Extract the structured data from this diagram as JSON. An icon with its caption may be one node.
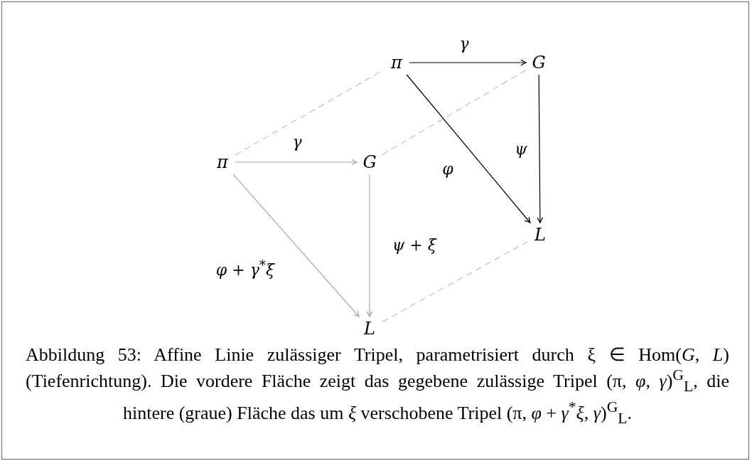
{
  "diagram": {
    "caption": "Abbildung 53: Affine Linie zulässiger Tripel, parametrisiert durch ξ ∈ Hom(*G*, *L*) (Tiefenrichtung). Die vordere Fläche zeigt das gegebene zulässige Tripel (π, *φ*, *γ*)$^{G}$$_{L}$, die hintere (graue) Fläche das um *ξ* verschobene Tripel (π, *φ* + *γ*$^{*}$*ξ*, *γ*)$^{G}$$_{L}$.",
    "nodes": [
      {
        "text": [
          "π"
        ]
      },
      {
        "text": [
          "G"
        ]
      },
      {
        "text": [
          "π"
        ]
      },
      {
        "text": [
          "G"
        ]
      },
      {
        "text": [
          "L"
        ]
      },
      {
        "text": [
          "L"
        ]
      }
    ],
    "edges": [
      {
        "from": 0,
        "to": 1,
        "arrow": "to",
        "label": "γ",
        "color": "#000000"
      },
      {
        "from": 0,
        "to": 4,
        "arrow": "to",
        "label": "φ",
        "color": "#000000"
      },
      {
        "from": 1,
        "to": 4,
        "arrow": "to",
        "label": "ψ",
        "color": "#000000"
      },
      {
        "from": 2,
        "to": 3,
        "arrow": "to",
        "label": "γ",
        "color": "#aaaaaa"
      },
      {
        "from": 2,
        "to": 5,
        "arrow": "to",
        "label": "φ + γ$^{*}$ξ",
        "color": "#aaaaaa"
      },
      {
        "from": 3,
        "to": 5,
        "arrow": "to",
        "label": "ψ + ξ",
        "color": "#aaaaaa"
      },
      {
        "from": 2,
        "to": 0,
        "arrow": "none",
        "style": "dashed",
        "color": "#bbbbbb"
      },
      {
        "from": 3,
        "to": 1,
        "arrow": "none",
        "style": "dashed",
        "color": "#bbbbbb"
      },
      {
        "from": 5,
        "to": 4,
        "arrow": "none",
        "style": "dashed",
        "color": "#bbbbbb"
      }
    ]
  }
}
